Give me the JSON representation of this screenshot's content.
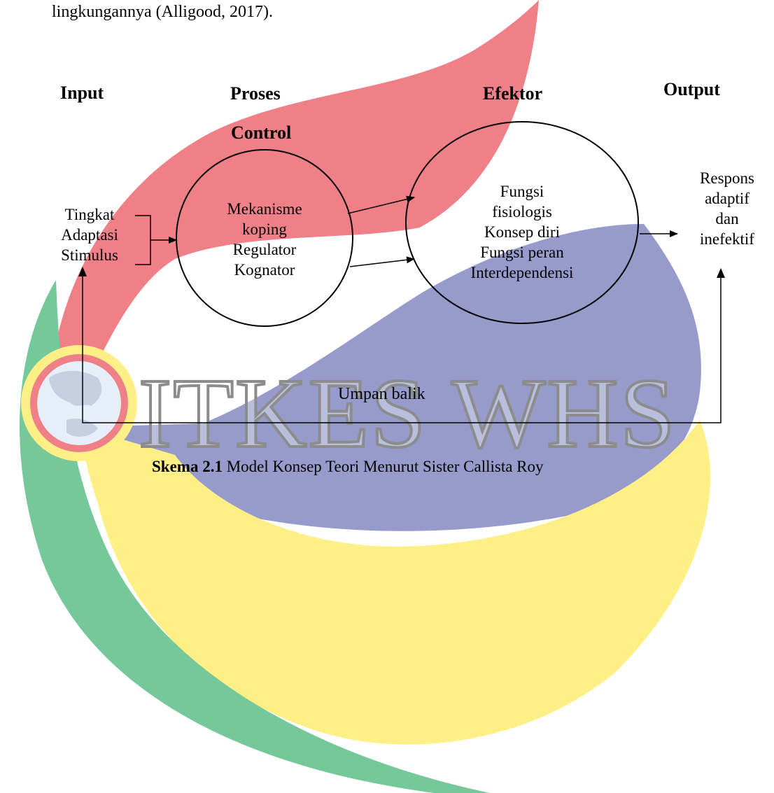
{
  "top_text": "lingkungannya (Alligood, 2017).",
  "headers": {
    "input": "Input",
    "proses": "Proses",
    "control": "Control",
    "efektor": "Efektor",
    "output": "Output"
  },
  "input_lines": [
    "Tingkat",
    "Adaptasi",
    "Stimulus"
  ],
  "process_node": [
    "Mekanisme",
    "koping",
    "Regulator",
    "Kognator"
  ],
  "effector_node": [
    "Fungsi",
    "fisiologis",
    "Konsep diri",
    "Fungsi peran",
    "Interdependensi"
  ],
  "output_lines": [
    "Respons",
    "adaptif",
    "dan",
    "inefektif"
  ],
  "feedback_label": "Umpan balik",
  "caption": {
    "bold": "Skema 2.1",
    "text": " Model Konsep Teori Menurut Sister Callista Roy"
  },
  "watermark": {
    "text": "ITKES WHS",
    "colors": {
      "red": "#f08088",
      "blue": "#969bcb",
      "yellow": "#fef087",
      "green": "#74c899",
      "gray": "#8c8c8c"
    }
  }
}
